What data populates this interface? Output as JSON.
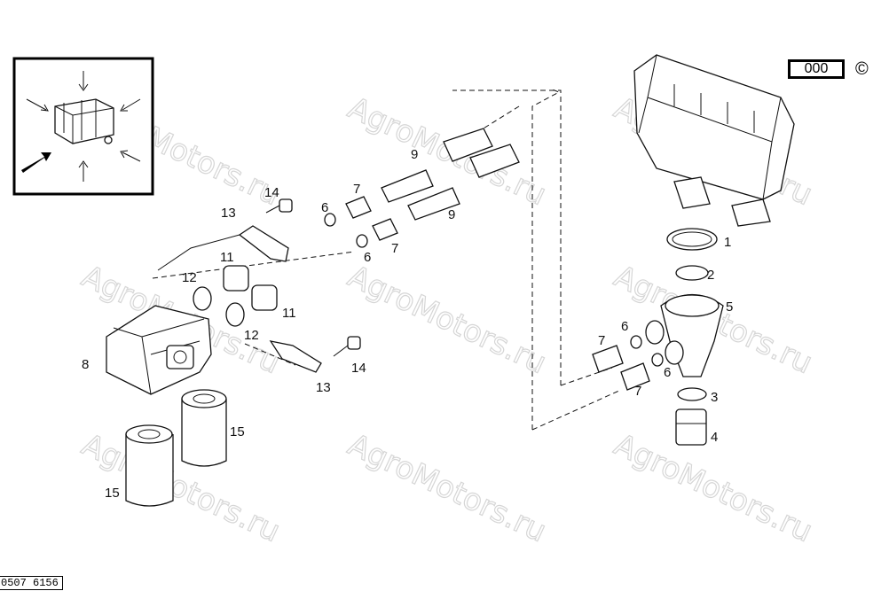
{
  "watermark": "AgroMotors.ru",
  "reference_box": "000",
  "copyright_symbol": "©",
  "drawing_number": "0507 6156",
  "callouts": [
    {
      "id": "c14a",
      "text": "14"
    },
    {
      "id": "c13a",
      "text": "13"
    },
    {
      "id": "c7a",
      "text": "7"
    },
    {
      "id": "c6a",
      "text": "6"
    },
    {
      "id": "c9a",
      "text": "9"
    },
    {
      "id": "c9b",
      "text": "9"
    },
    {
      "id": "c6b",
      "text": "6"
    },
    {
      "id": "c7b",
      "text": "7"
    },
    {
      "id": "c11a",
      "text": "11"
    },
    {
      "id": "c11b",
      "text": "11"
    },
    {
      "id": "c12a",
      "text": "12"
    },
    {
      "id": "c12b",
      "text": "12"
    },
    {
      "id": "c8",
      "text": "8"
    },
    {
      "id": "c13b",
      "text": "13"
    },
    {
      "id": "c14b",
      "text": "14"
    },
    {
      "id": "c15a",
      "text": "15"
    },
    {
      "id": "c15b",
      "text": "15"
    },
    {
      "id": "c1",
      "text": "1"
    },
    {
      "id": "c2",
      "text": "2"
    },
    {
      "id": "c5",
      "text": "5"
    },
    {
      "id": "c6c",
      "text": "6"
    },
    {
      "id": "c7c",
      "text": "7"
    },
    {
      "id": "c6d",
      "text": "6"
    },
    {
      "id": "c7d",
      "text": "7"
    },
    {
      "id": "c3",
      "text": "3"
    },
    {
      "id": "c4",
      "text": "4"
    }
  ]
}
